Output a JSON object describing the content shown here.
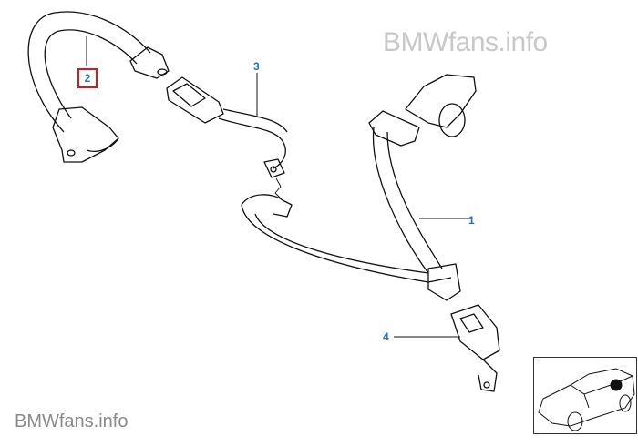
{
  "watermark": {
    "top": "BMWfans.info",
    "bottom": "BMWfans.info"
  },
  "callouts": [
    {
      "label": "1"
    },
    {
      "label": "2",
      "selected": true
    },
    {
      "label": "3"
    },
    {
      "label": "4"
    }
  ],
  "colors": {
    "callout": "#2a6ebd",
    "highlight": "#e0141e",
    "watermark": "#c8c8c8"
  }
}
